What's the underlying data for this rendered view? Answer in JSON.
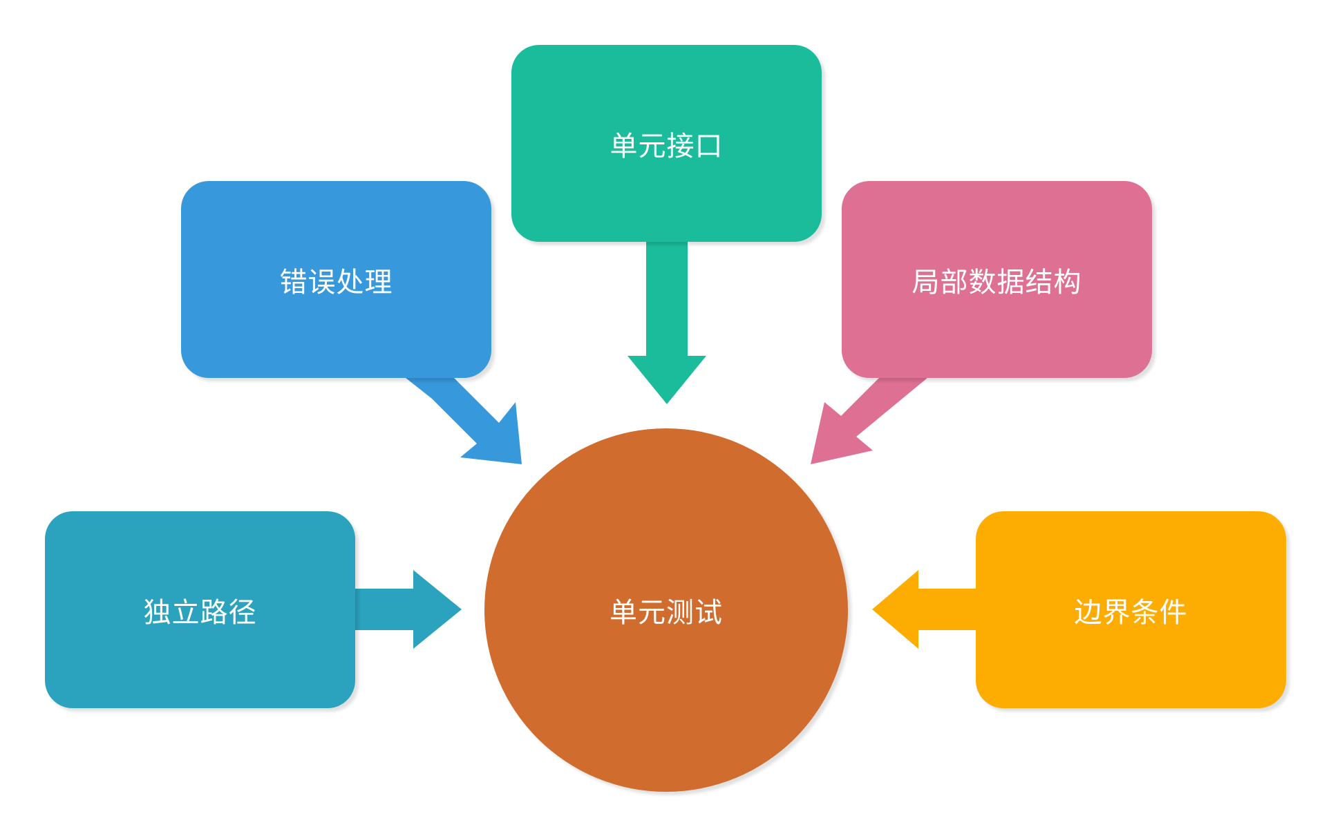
{
  "center": {
    "label": "单元测试",
    "color": "#d06c2d"
  },
  "nodes": [
    {
      "id": "interface",
      "label": "单元接口",
      "color": "#1bbc9b"
    },
    {
      "id": "error",
      "label": "错误处理",
      "color": "#3798db"
    },
    {
      "id": "local",
      "label": "局部数据结构",
      "color": "#de7093"
    },
    {
      "id": "path",
      "label": "独立路径",
      "color": "#2ba3be"
    },
    {
      "id": "boundary",
      "label": "边界条件",
      "color": "#fdad02"
    }
  ],
  "edges": [
    {
      "from": "interface",
      "to": "center"
    },
    {
      "from": "error",
      "to": "center"
    },
    {
      "from": "local",
      "to": "center"
    },
    {
      "from": "path",
      "to": "center"
    },
    {
      "from": "boundary",
      "to": "center"
    }
  ]
}
